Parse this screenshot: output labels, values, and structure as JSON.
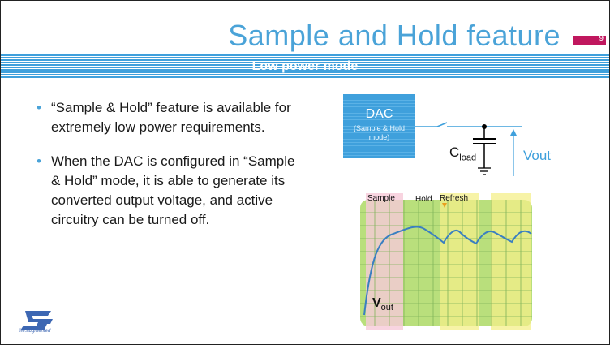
{
  "slide": {
    "title": "Sample and Hold feature",
    "page_number": "9",
    "band_label": "Low power mode"
  },
  "bullets": [
    {
      "text": "“Sample & Hold” feature is available for extremely low power requirements."
    },
    {
      "text": "When the DAC is configured in “Sample & Hold” mode, it is able to generate its converted output voltage, and active circuitry can be turned off."
    }
  ],
  "diagram": {
    "dac_title": "DAC",
    "dac_subtitle": "(Sample & Hold mode)",
    "cload_main": "C",
    "cload_sub": "load",
    "vout": "Vout"
  },
  "graph": {
    "labels": {
      "sample": "Sample",
      "hold": "Hold",
      "refresh": "Refresh"
    },
    "vout_main": "V",
    "vout_sub": "out"
  },
  "logo": {
    "tagline": "life.augmented"
  },
  "colors": {
    "accent_blue": "#3fa0dc",
    "page_tab": "#c0175e",
    "grid_green": "#b9df7c",
    "sample_pink": "#f6c9d8",
    "refresh_yellow": "#f4ef8a"
  }
}
